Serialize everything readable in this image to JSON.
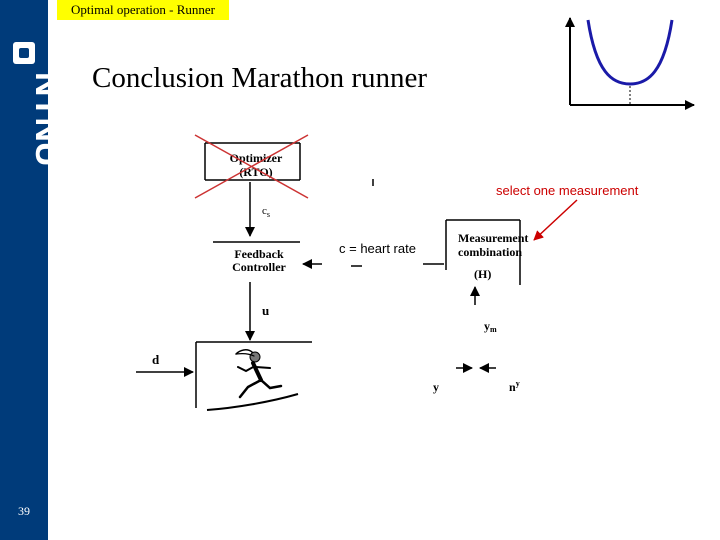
{
  "header": {
    "tag": "Optimal operation - Runner"
  },
  "sidebar": {
    "logo": "NTNU",
    "slide_number": "39"
  },
  "title": "Conclusion Marathon runner",
  "diagram": {
    "optimizer_line1": "Optimizer",
    "optimizer_line2": "(RTO)",
    "cs_label": "c",
    "cs_sub": "s",
    "feedback_line1": "Feedback",
    "feedback_line2": "Controller",
    "measurement_line1": "Measurement",
    "measurement_line2": "combination",
    "measurement_line3": "(H)",
    "u_label": "u",
    "ym_label": "y",
    "ym_sub": "m",
    "d_label": "d",
    "y_label": "y",
    "ny_label": "n",
    "ny_sup": "y",
    "c_annotation": "c = heart rate",
    "select_annotation": "select one measurement"
  },
  "colors": {
    "sidebar": "#003b7a",
    "tag": "#ffff00",
    "cross": "#cc3333",
    "curve": "#1a1aa8",
    "arrow_red": "#cc0000"
  }
}
